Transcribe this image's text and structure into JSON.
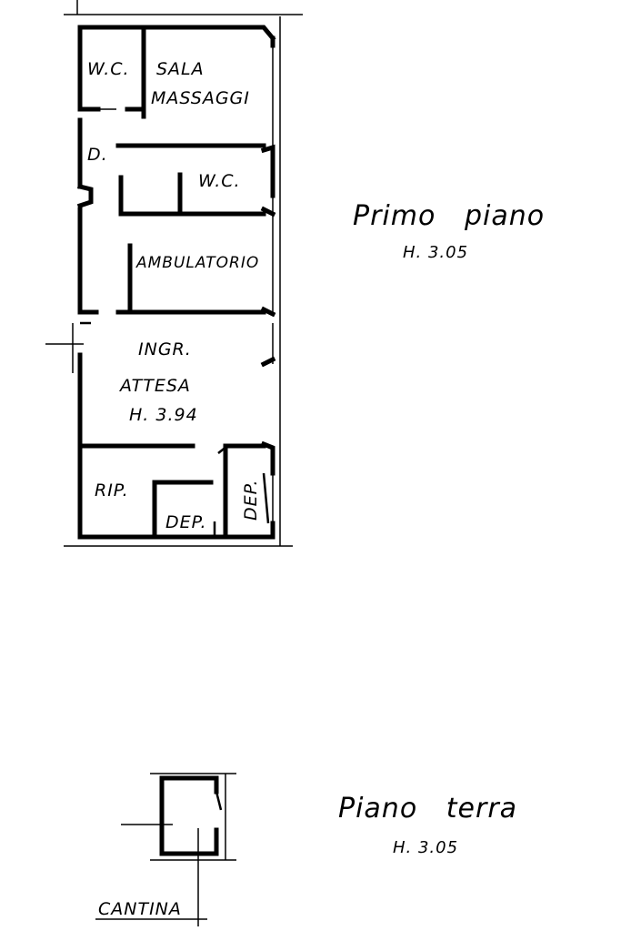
{
  "first_floor": {
    "title": "Primo   piano",
    "height": "H. 3.05",
    "rooms": {
      "wc_top": "W.C.",
      "sala_line1": "SALA",
      "sala_line2": "MASSAGGI",
      "disimpegno": "D.",
      "wc_mid": "W.C.",
      "ambulatorio": "AMBULATORIO",
      "ingresso": "INGR.",
      "attesa": "ATTESA",
      "attesa_height": "H. 3.94",
      "ripostiglio": "RIP.",
      "deposito_1": "DEP.",
      "deposito_2": "DEP."
    }
  },
  "ground_floor": {
    "title": "Piano   terra",
    "height": "H. 3.05",
    "cantina_label": "CANTINA"
  }
}
